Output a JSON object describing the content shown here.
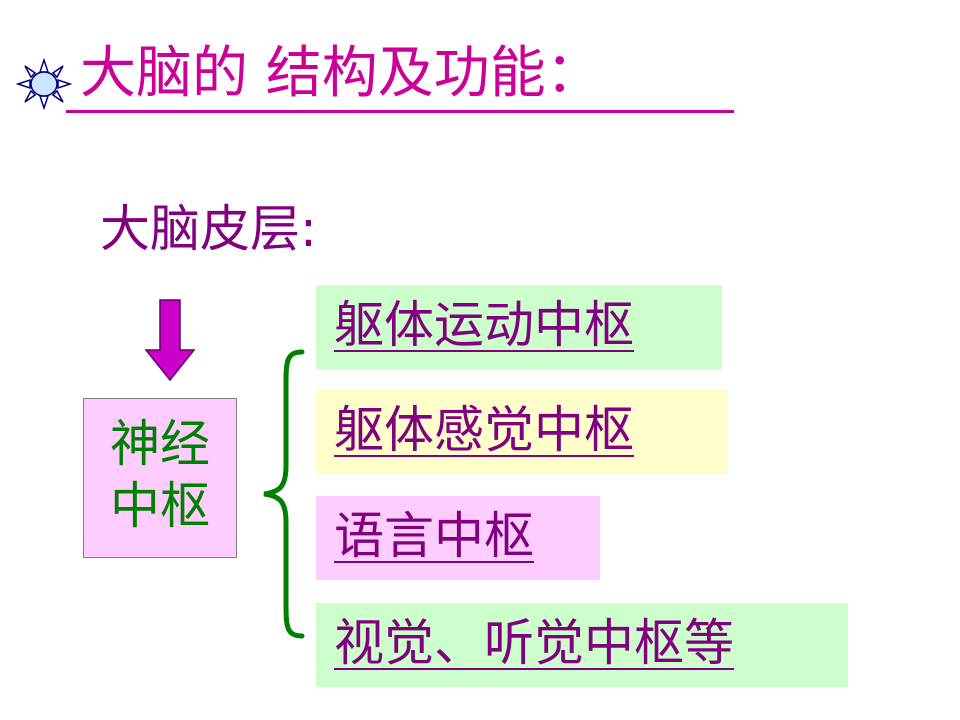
{
  "slide": {
    "title": "大脑的 结构及功能：",
    "subtitle": "大脑皮层:",
    "center_box": {
      "line1": "神经",
      "line2": "中枢"
    },
    "items": [
      {
        "label": "躯体运动中枢",
        "bg": "#ccffcc"
      },
      {
        "label": "躯体感觉中枢",
        "bg": "#ffffcc"
      },
      {
        "label": "语言中枢",
        "bg": "#ffccff"
      },
      {
        "label": "视觉、听觉中枢等",
        "bg": "#ccffcc"
      }
    ]
  },
  "colors": {
    "title": "#cc0099",
    "subtitle": "#800080",
    "item_text": "#800080",
    "center_text": "#008000",
    "brace": "#008000",
    "arrow": "#cc00cc"
  },
  "icons": {
    "title_bullet": "sun-icon",
    "arrow": "down-arrow-icon",
    "brace": "curly-brace-icon"
  }
}
